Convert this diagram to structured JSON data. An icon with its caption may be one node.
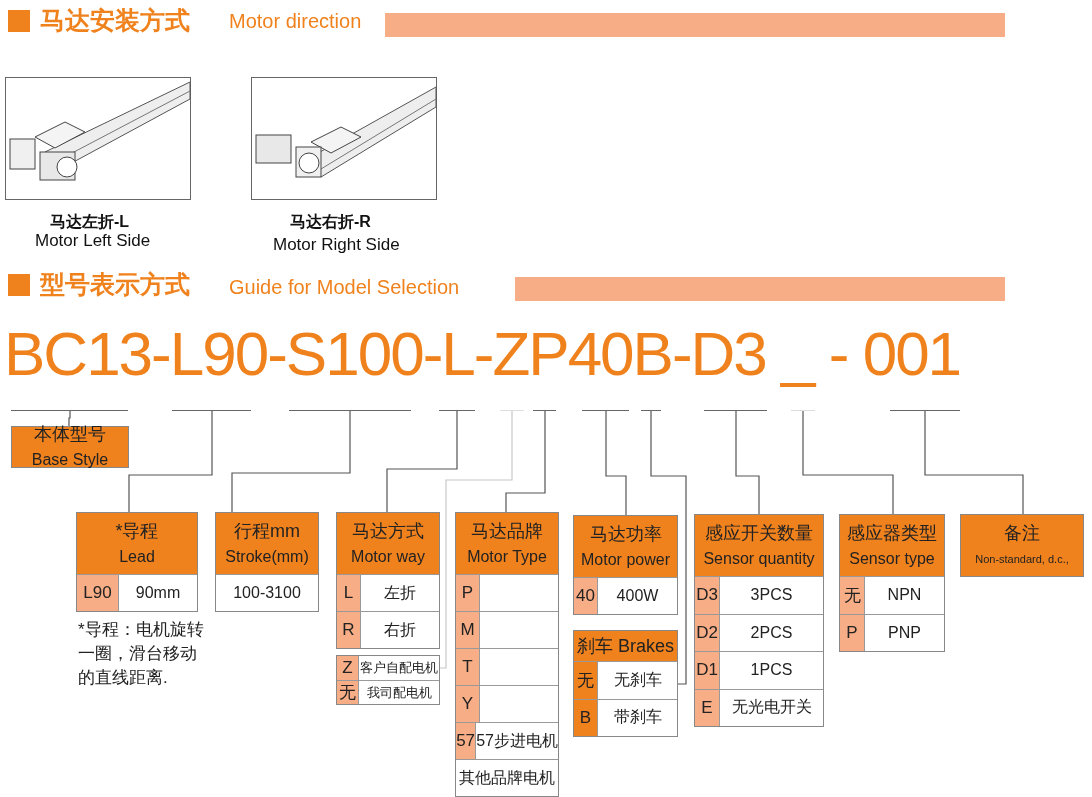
{
  "diagram": {
    "nodes": [
      {
        "text": [],
        "shape": "bar"
      },
      {
        "text": [],
        "shape": "bar"
      },
      {
        "text": [],
        "shape": "bar"
      },
      {
        "text": [],
        "shape": "bar"
      },
      {
        "text": [],
        "shape": "bar"
      },
      {
        "text": [],
        "shape": "bar"
      },
      {
        "text": [],
        "shape": "bar"
      },
      {
        "text": [],
        "shape": "bar"
      },
      {
        "text": [],
        "shape": "bar"
      },
      {
        "text": [],
        "shape": "bar"
      },
      {
        "text": [],
        "shape": "bar"
      },
      {
        "text": [
          "本体型号",
          "Base Style"
        ]
      },
      {
        "text": [
          "*导程",
          "Lead"
        ]
      },
      {
        "text": [
          "L90",
          "90mm"
        ],
        "in": 12
      },
      {
        "text": [
          "行程mm",
          "Stroke(mm)"
        ]
      },
      {
        "text": [
          "100-3100"
        ],
        "in": 14
      },
      {
        "text": [
          "马达方式",
          "Motor way"
        ]
      },
      {
        "text": [
          "L",
          "左折"
        ],
        "in": 16
      },
      {
        "text": [
          "R",
          "右折"
        ],
        "in": 16
      },
      {
        "text": [],
        "shape": "box"
      },
      {
        "text": [
          "Z",
          "客户自配电机"
        ],
        "in": 19
      },
      {
        "text": [
          "无",
          "我司配电机"
        ],
        "in": 19
      },
      {
        "text": [
          "马达品牌",
          "Motor Type"
        ]
      },
      {
        "text": [
          "P"
        ],
        "in": 22
      },
      {
        "text": [
          "M"
        ],
        "in": 22
      },
      {
        "text": [
          "T"
        ],
        "in": 22
      },
      {
        "text": [
          "Y"
        ],
        "in": 22
      },
      {
        "text": [
          "57",
          "57步进电机"
        ],
        "in": 22
      },
      {
        "text": [
          "其他品牌电机"
        ],
        "in": 22
      },
      {
        "text": [
          "马达功率",
          "Motor power"
        ]
      },
      {
        "text": [
          "40",
          "400W"
        ],
        "in": 29
      },
      {
        "text": [
          "刹车 Brakes"
        ]
      },
      {
        "text": [
          "无",
          "无刹车"
        ],
        "in": 31
      },
      {
        "text": [
          "B",
          "带刹车"
        ],
        "in": 31
      },
      {
        "text": [
          "感应开关数量",
          "Sensor quantity"
        ]
      },
      {
        "text": [
          "D3",
          "3PCS"
        ],
        "in": 34
      },
      {
        "text": [
          "D2",
          "2PCS"
        ],
        "in": 34
      },
      {
        "text": [
          "D1",
          "1PCS"
        ],
        "in": 34
      },
      {
        "text": [
          "E",
          "无光电开关"
        ],
        "in": 34
      },
      {
        "text": [
          "感应器类型",
          "Sensor type"
        ]
      },
      {
        "text": [
          "无",
          "NPN"
        ],
        "in": 39
      },
      {
        "text": [
          "P",
          "PNP"
        ],
        "in": 39
      },
      {
        "text": [
          "备注",
          "Non-standard, d.c.,"
        ]
      }
    ],
    "edges": [
      {
        "from": 0,
        "to": 11,
        "arrow": "none"
      },
      {
        "from": 1,
        "to": 12,
        "arrow": "none"
      },
      {
        "from": 2,
        "to": 14,
        "arrow": "none"
      },
      {
        "from": 3,
        "to": 16,
        "arrow": "none"
      },
      {
        "from": 4,
        "to": 20,
        "arrow": "none",
        "color": "#c8c8c8"
      },
      {
        "from": 5,
        "to": 22,
        "arrow": "none"
      },
      {
        "from": 6,
        "to": 29,
        "arrow": "none"
      },
      {
        "from": 7,
        "to": 31,
        "arrow": "none"
      },
      {
        "from": 8,
        "to": 34,
        "arrow": "none"
      },
      {
        "from": 9,
        "to": 39,
        "arrow": "none"
      },
      {
        "from": 10,
        "to": 42,
        "arrow": "none"
      }
    ],
    "labels": [
      "马达安装方式",
      "Motor direction",
      "马达左折-L",
      "Motor Left Side",
      "马达右折-R",
      "Motor Right Side",
      "型号表示方式",
      "Guide for Model Selection",
      "BC13-L90-S100-L-ZP40B-D3 _ - 001",
      "*导程：电机旋转一圈，滑台移动的直线距离."
    ]
  }
}
